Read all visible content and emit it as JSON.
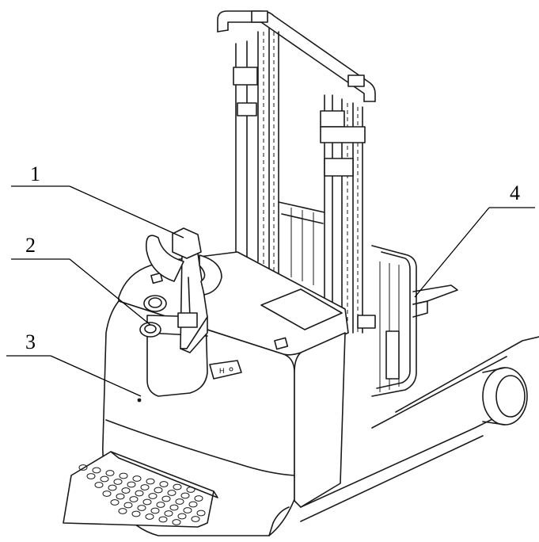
{
  "callouts": [
    {
      "id": "1",
      "label": "1"
    },
    {
      "id": "2",
      "label": "2"
    },
    {
      "id": "3",
      "label": "3"
    },
    {
      "id": "4",
      "label": "4"
    }
  ],
  "colors": {
    "line": "#1a1a1a",
    "background": "#ffffff"
  },
  "icons": [
    "tiller-handle-icon",
    "key-switch-icon",
    "emergency-button-icon",
    "step-plate-icon",
    "backrest-icon",
    "mast-icon",
    "wheel-icon"
  ]
}
